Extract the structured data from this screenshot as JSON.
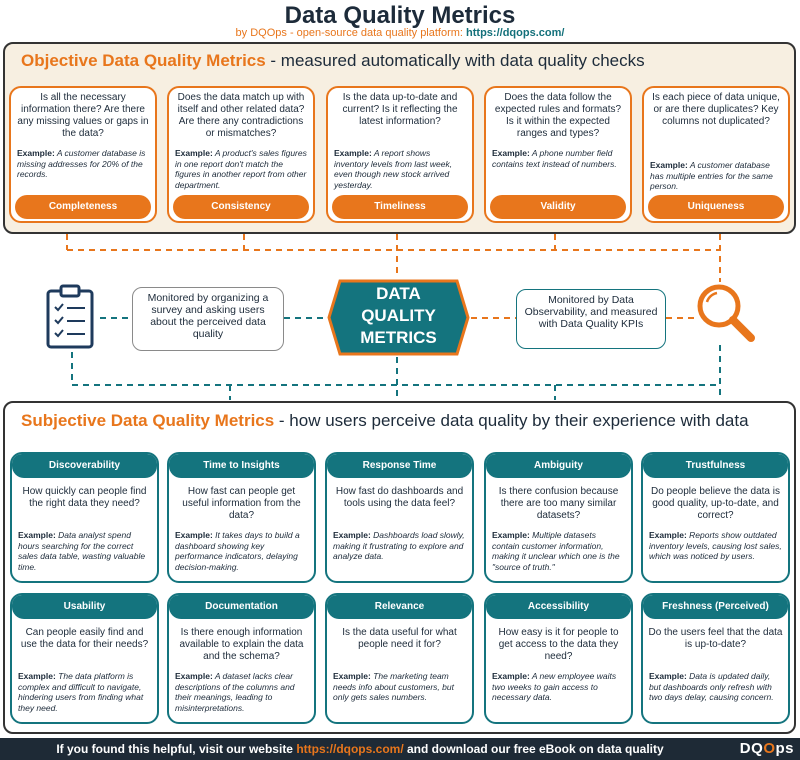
{
  "header": {
    "title": "Data Quality Metrics",
    "subtitle_prefix": "by DQOps - open-source data quality platform: ",
    "subtitle_link": "https://dqops.com/"
  },
  "objective": {
    "heading_highlight": "Objective Data Quality Metrics",
    "heading_rest": " - measured automatically with data quality checks",
    "cards": [
      {
        "name": "Completeness",
        "question": "Is all the necessary information there? Are there any missing values or gaps in the data?",
        "example_label": "Example:",
        "example": " A customer database is missing addresses for 20% of the records."
      },
      {
        "name": "Consistency",
        "question": "Does the data match up with itself and other related data? Are there any contradictions or mismatches?",
        "example_label": "Example:",
        "example": " A product's sales figures in one report don't match the figures in another report from other department."
      },
      {
        "name": "Timeliness",
        "question": "Is the data up-to-date and current? Is it reflecting the latest information?",
        "example_label": "Example:",
        "example": " A report shows inventory levels from last week, even though new stock arrived yesterday."
      },
      {
        "name": "Validity",
        "question": "Does the data follow the expected rules and formats? Is it within the expected ranges and types?",
        "example_label": "Example:",
        "example": " A phone number field contains text instead of numbers."
      },
      {
        "name": "Uniqueness",
        "question": "Is each piece of data unique, or are there duplicates? Key columns not duplicated?",
        "example_label": "Example:",
        "example": " A customer database has multiple entries for the same person."
      }
    ]
  },
  "center": {
    "hex_line1": "DATA",
    "hex_line2": "QUALITY",
    "hex_line3": "METRICS",
    "left_note": "Monitored by organizing a survey and asking users about the perceived data quality",
    "right_note": "Monitored by Data Observability, and measured with Data Quality KPIs"
  },
  "subjective": {
    "heading_highlight": "Subjective Data Quality Metrics",
    "heading_rest": " - how users perceive data quality by their experience with data",
    "cards": [
      {
        "name": "Discoverability",
        "question": "How quickly can people find the right data they need?",
        "example_label": "Example:",
        "example": " Data analyst spend hours searching for the correct sales data table, wasting valuable time."
      },
      {
        "name": "Time to Insights",
        "question": "How fast can people get useful information from the data?",
        "example_label": "Example:",
        "example": " It takes days to build a dashboard showing key performance indicators, delaying decision-making."
      },
      {
        "name": "Response Time",
        "question": "How fast do dashboards and tools using the data feel?",
        "example_label": "Example:",
        "example": " Dashboards load slowly, making it frustrating to explore and analyze data."
      },
      {
        "name": "Ambiguity",
        "question": "Is there confusion because there are too many similar datasets?",
        "example_label": "Example:",
        "example": " Multiple datasets contain customer information, making it unclear which one is the \"source of truth.\""
      },
      {
        "name": "Trustfulness",
        "question": "Do people believe the data is good quality, up-to-date, and correct?",
        "example_label": "Example:",
        "example": " Reports show outdated inventory levels, causing lost sales, which was noticed by users."
      },
      {
        "name": "Usability",
        "question": "Can people easily find and use the data for their needs?",
        "example_label": "Example:",
        "example": " The data platform is complex and difficult to navigate, hindering users from finding what they need."
      },
      {
        "name": "Documentation",
        "question": "Is there enough information available to explain the data and the schema?",
        "example_label": "Example:",
        "example": " A dataset lacks clear descriptions of the columns and their meanings, leading to misinterpretations."
      },
      {
        "name": "Relevance",
        "question": "Is the data useful for what people need it for?",
        "example_label": "Example:",
        "example": " The marketing team needs info about customers, but only gets sales numbers."
      },
      {
        "name": "Accessibility",
        "question": "How easy is it for people to get access to the data they need?",
        "example_label": "Example:",
        "example": " A new employee waits two weeks to gain access to necessary data."
      },
      {
        "name": "Freshness (Perceived)",
        "question": "Do the users feel that the data is up-to-date?",
        "example_label": "Example:",
        "example": " Data is updated daily, but dashboards only refresh with two days delay, causing concern."
      }
    ]
  },
  "footer": {
    "text_before": "If you found this helpful, visit our website ",
    "link": "https://dqops.com/",
    "text_after": " and download our free eBook on data quality",
    "logo_d": "D",
    "logo_q": "Q",
    "logo_o": "O",
    "logo_ps": "ps"
  },
  "icons": {
    "left": "clipboard-checklist-icon",
    "right": "magnifier-icon"
  },
  "colors": {
    "orange": "#e8761c",
    "teal": "#14747e",
    "navy": "#1e2a36",
    "cream": "#f7efe1"
  }
}
